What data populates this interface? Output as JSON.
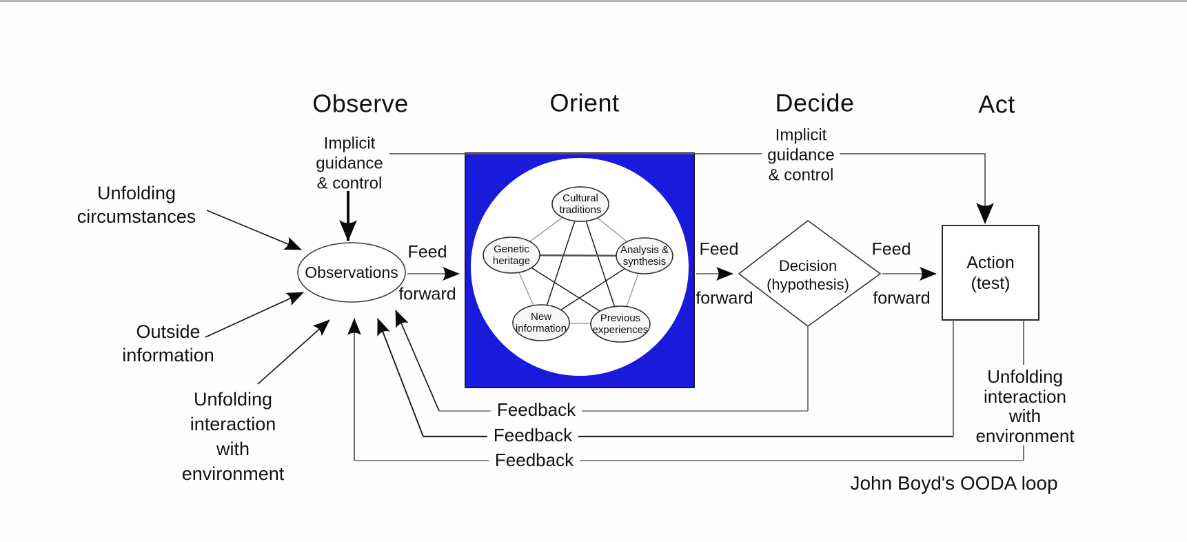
{
  "page": {
    "caption": "John Boyd's OODA loop"
  },
  "colors": {
    "orient_box_fill": "#1a1adc"
  },
  "headers": {
    "observe": "Observe",
    "orient": "Orient",
    "decide": "Decide",
    "act": "Act"
  },
  "labels": {
    "implicit_left": [
      "Implicit",
      "guidance",
      "& control"
    ],
    "implicit_right": [
      "Implicit",
      "guidance",
      "& control"
    ],
    "unfolding_circumstances": [
      "Unfolding",
      "circumstances"
    ],
    "outside_information": [
      "Outside",
      "information"
    ],
    "unfolding_interaction_left": [
      "Unfolding",
      "interaction",
      "with",
      "environment"
    ],
    "unfolding_interaction_right": [
      "Unfolding",
      "interaction",
      "with",
      "environment"
    ],
    "feed_forward_observe": [
      "Feed",
      "forward"
    ],
    "feed_forward_orient": [
      "Feed",
      "forward"
    ],
    "feed_forward_decide": [
      "Feed",
      "forward"
    ],
    "feedback_top": "Feedback",
    "feedback_middle": "Feedback",
    "feedback_bottom": "Feedback"
  },
  "nodes": {
    "observations": "Observations",
    "decision": [
      "Decision",
      "(hypothesis)"
    ],
    "action": [
      "Action",
      "(test)"
    ],
    "orient": {
      "cultural_traditions": [
        "Cultural",
        "traditions"
      ],
      "genetic_heritage": [
        "Genetic",
        "heritage"
      ],
      "analysis_synthesis": [
        "Analysis &",
        "synthesis"
      ],
      "new_information": [
        "New",
        "information"
      ],
      "previous_experiences": [
        "Previous",
        "experiences"
      ]
    }
  }
}
